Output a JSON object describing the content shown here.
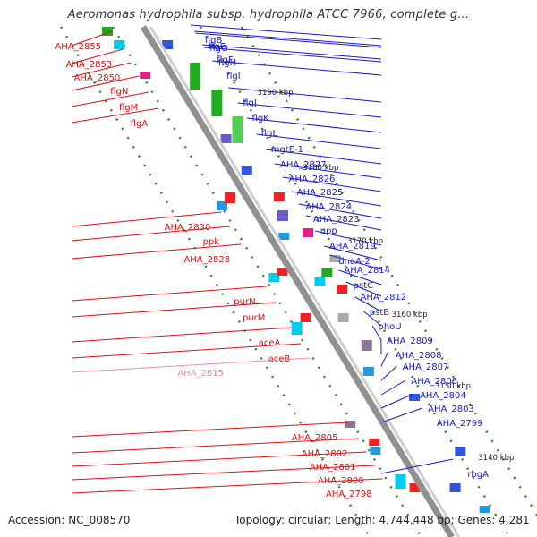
{
  "title": "Aeromonas hydrophila subsp. hydrophila ATCC 7966, complete g...",
  "footer": {
    "accession": "Accession: NC_008570",
    "summary": "Topology: circular; Length: 4,744,448 bp; Genes: 4,281"
  },
  "colors": {
    "forward_label": "#1a1acc",
    "reverse_label": "#dd1111",
    "faded_label": "#f08ab4",
    "backbone": "#909090",
    "gc_dots": "#2e8b2e"
  },
  "ruler": [
    "3190 kbp",
    "3180 kbp",
    "3170 kbp",
    "3160 kbp",
    "3150 kbp",
    "3140 kbp"
  ],
  "reverse_genes": [
    "AHA_2855",
    "AHA_2853",
    "AHA_2850",
    "flgN",
    "flgM",
    "flgA",
    "AHA_2830",
    "ppk",
    "AHA_2828",
    "purN",
    "purM",
    "aceA",
    "aceB",
    "AHA_2805",
    "AHA_2802",
    "AHA_2801",
    "AHA_2800",
    "AHA_2798"
  ],
  "faded_genes": [
    "AHA_2815"
  ],
  "forward_genes": [
    "flgB",
    "flgE",
    "flgG",
    "flgF",
    "flgH",
    "flgI",
    "flgJ",
    "flgK",
    "flgL",
    "mgtE-1",
    "AHA_2827",
    "AHA_2826",
    "AHA_2825",
    "AHA_2824",
    "AHA_2823",
    "upp",
    "AHA_2819",
    "dnaA-2",
    "AHA_2814",
    "pstC",
    "AHA_2812",
    "pstB",
    "phoU",
    "AHA_2809",
    "AHA_2808",
    "AHA_2807",
    "AHA_2806",
    "AHA_2804",
    "AHA_2803",
    "AHA_2799",
    "rbgA"
  ]
}
